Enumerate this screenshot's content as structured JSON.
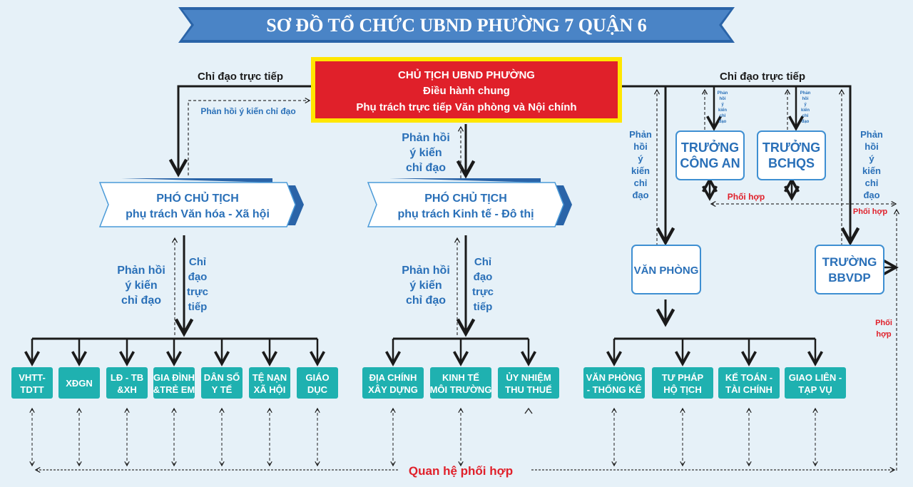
{
  "title": "SƠ ĐỒ TỔ CHỨC UBND PHƯỜNG 7 QUẬN 6",
  "colors": {
    "background": "#e6f1f8",
    "banner": "#3f7fc4",
    "banner_dark": "#2a64a8",
    "chairman_fill": "#e0202a",
    "chairman_border": "#ffe600",
    "blue_text": "#2a70b8",
    "red_text": "#e0202a",
    "teal": "#1fb1b0",
    "line": "#1a1a1a"
  },
  "chairman": {
    "line1": "CHỦ TỊCH UBND PHƯỜNG",
    "line2": "Điều hành chung",
    "line3": "Phụ trách trực tiếp Văn phòng và Nội chính"
  },
  "labels": {
    "direct_left": "Chỉ đạo trực tiếp",
    "direct_right": "Chỉ đạo trực tiếp",
    "feedback_left": "Phản hồi ý kiến chỉ đạo",
    "feedback_center": [
      "Phản hồi",
      "ý kiến",
      "chỉ đạo"
    ],
    "feedback_right_a": [
      "Phản",
      "hồi",
      "ý",
      "kiến",
      "chỉ",
      "đạo"
    ],
    "feedback_right_b": [
      "Phản",
      "hồi",
      "ý",
      "kiến",
      "chỉ",
      "đạo"
    ],
    "feedback_small": [
      "Phản",
      "hồi",
      "ý",
      "kiến",
      "chỉ",
      "đạo"
    ],
    "sub_feedback": [
      "Phản hồi",
      "ý kiến",
      "chỉ đạo"
    ],
    "sub_direct": [
      "Chỉ",
      "đạo",
      "trực",
      "tiếp"
    ],
    "coord": "Phối hợp",
    "coord_vertical": [
      "Phối",
      "hợp"
    ],
    "bottom_relation": "Quan hệ phối hợp"
  },
  "vice_chairs": [
    {
      "title": "PHÓ CHỦ TỊCH",
      "subtitle": "phụ trách Văn hóa - Xã hội"
    },
    {
      "title": "PHÓ CHỦ TỊCH",
      "subtitle": "phụ trách Kinh tế - Đô thị"
    }
  ],
  "heads": {
    "police": [
      "TRƯỞNG",
      "CÔNG AN"
    ],
    "military": [
      "TRƯỞNG",
      "BCHQS"
    ],
    "office": [
      "VĂN PHÒNG"
    ],
    "security": [
      "TRƯỜNG",
      "BBVDP"
    ]
  },
  "units_culture": [
    [
      "VHTT-",
      "TDTT"
    ],
    [
      "XĐGN"
    ],
    [
      "LĐ - TB",
      "&XH"
    ],
    [
      "GIA ĐÌNH",
      "&TRẺ EM"
    ],
    [
      "DÂN SỐ",
      "Y TẾ"
    ],
    [
      "TỆ NẠN",
      "XÃ HỘI"
    ],
    [
      "GIÁO",
      "DỤC"
    ]
  ],
  "units_economy": [
    [
      "ĐỊA CHÍNH",
      "XÂY DỰNG"
    ],
    [
      "KINH TẾ",
      "MÔI TRƯỜNG"
    ],
    [
      "ỦY NHIỆM",
      "THU THUẾ"
    ]
  ],
  "units_office": [
    [
      "VĂN PHÒNG",
      "- THỐNG KÊ"
    ],
    [
      "TƯ PHÁP",
      "HỘ TỊCH"
    ],
    [
      "KẾ TOÁN -",
      "TÀI CHÍNH"
    ],
    [
      "GIAO LIÊN -",
      "TẠP VỤ"
    ]
  ]
}
